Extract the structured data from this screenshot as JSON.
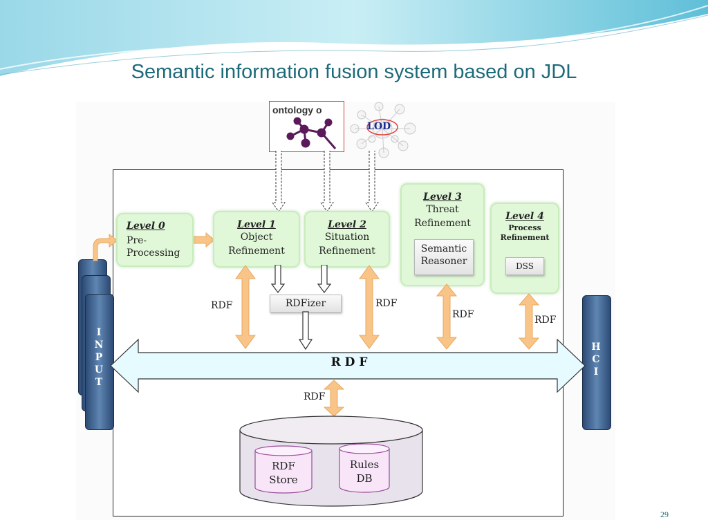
{
  "slide": {
    "title": "Semantic information fusion system based on JDL",
    "page_number": "29"
  },
  "ontology": {
    "label": "ontology o"
  },
  "lod": {
    "label": "LOD"
  },
  "levels": [
    {
      "heading": "Level 0",
      "lines": [
        "Pre-",
        "Processing"
      ]
    },
    {
      "heading": "Level 1",
      "lines": [
        "Object",
        "Refinement"
      ]
    },
    {
      "heading": "Level 2",
      "lines": [
        "Situation",
        "Refinement"
      ]
    },
    {
      "heading": "Level 3",
      "lines": [
        "Threat",
        "Refinement"
      ]
    },
    {
      "heading": "Level 4",
      "lines": [
        "Process",
        "Refinement"
      ]
    }
  ],
  "components": {
    "semantic_reasoner": [
      "Semantic",
      "Reasoner"
    ],
    "dss": "DSS",
    "rdfizer": "RDFizer",
    "rdf_bus": "R D F",
    "rdf_store": [
      "RDF",
      "Store"
    ],
    "rules_db": [
      "Rules",
      "DB"
    ]
  },
  "rdf_labels": [
    "RDF",
    "RDF",
    "RDF",
    "RDF",
    "RDF"
  ],
  "input_letters": [
    "I",
    "N",
    "P",
    "U",
    "T"
  ],
  "hci_letters": [
    "H",
    "C",
    "I"
  ],
  "colors": {
    "title": "#1c6a7a",
    "level_fill": "#e0f8d8",
    "bus_fill": "#e6fbff",
    "arrow_orange": "#f9c487",
    "pillar_blue": "#3d5f8c",
    "db_fill": "#e8e2ec",
    "db_inner": "#f8e6f8"
  }
}
